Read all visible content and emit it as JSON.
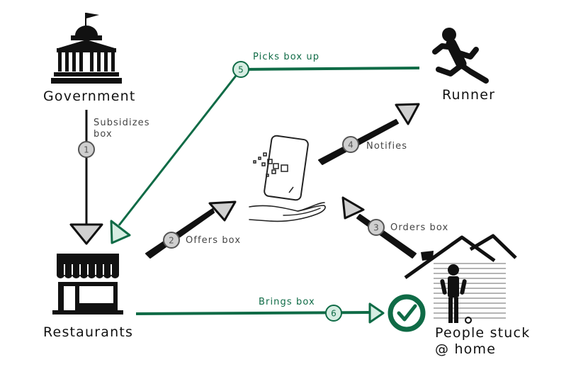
{
  "colors": {
    "green": "#0f6b46",
    "gray": "#cfcfcf",
    "black": "#111111",
    "label_gray": "#444444"
  },
  "nodes": {
    "government": "Government",
    "runner": "Runner",
    "restaurants": "Restaurants",
    "people_line1": "People stuck",
    "people_line2": "@ home"
  },
  "edges": {
    "subsidizes_line1": "Subsidizes",
    "subsidizes_line2": "box",
    "offers": "Offers box",
    "orders": "Orders box",
    "notifies": "Notifies",
    "picks": "Picks box up",
    "brings": "Brings box"
  },
  "steps": [
    "1",
    "2",
    "3",
    "4",
    "5",
    "6"
  ],
  "icons": [
    "capitol-building-icon",
    "running-person-icon",
    "storefront-icon",
    "house-with-person-icon",
    "phone-on-hand-icon",
    "checkmark-circle-icon"
  ]
}
